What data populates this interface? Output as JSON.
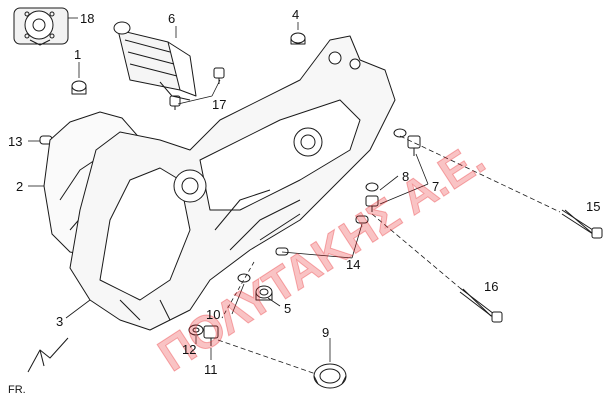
{
  "callouts": [
    "18",
    "6",
    "4",
    "1",
    "17",
    "13",
    "2",
    "8",
    "7",
    "15",
    "14",
    "16",
    "3",
    "5",
    "10",
    "9",
    "12",
    "11"
  ],
  "watermark": "ΠΟΛΥΤΑΚΗΣ Α.Ε.",
  "direction_label": "FR.",
  "colors": {
    "line": "#1a1a1a",
    "watermark": "#e8262b",
    "background": "#ffffff"
  }
}
